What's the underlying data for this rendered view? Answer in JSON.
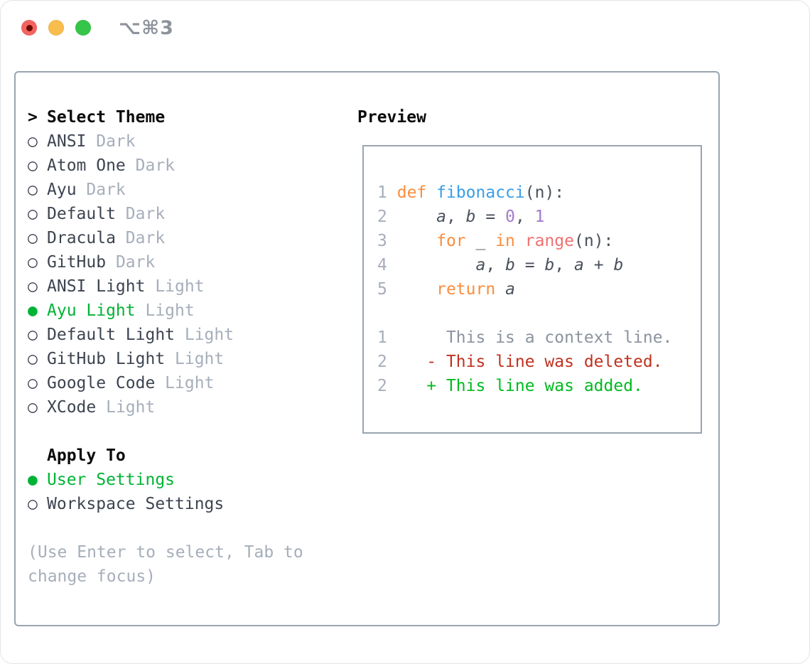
{
  "window": {
    "shortcut_label": "⌥⌘3",
    "traffic_lights": [
      {
        "name": "close",
        "has_unsaved_dot": true
      },
      {
        "name": "minimize",
        "has_unsaved_dot": false
      },
      {
        "name": "zoom",
        "has_unsaved_dot": false
      }
    ]
  },
  "colors": {
    "accent-green": "#00b335",
    "added-green": "#00bb1f",
    "deleted-red": "#c0321f",
    "keyword-orange": "#fa8d3e",
    "function-blue": "#399ee6",
    "constant-purple": "#a37acc",
    "builtin-coral": "#f07171",
    "text-primary": "#3d4450",
    "text-muted": "#a6aeba",
    "code-plain": "#4a515c",
    "context-gray": "#8c939e",
    "panel-border": "#9aa4b0"
  },
  "theme_panel": {
    "header": {
      "prompt": ">",
      "label": "Select Theme"
    },
    "radio_glyph_unselected": "○",
    "radio_glyph_selected": "●",
    "items": [
      {
        "name": "ANSI",
        "variant": "Dark",
        "selected": false
      },
      {
        "name": "Atom One",
        "variant": "Dark",
        "selected": false
      },
      {
        "name": "Ayu",
        "variant": "Dark",
        "selected": false
      },
      {
        "name": "Default",
        "variant": "Dark",
        "selected": false
      },
      {
        "name": "Dracula",
        "variant": "Dark",
        "selected": false
      },
      {
        "name": "GitHub",
        "variant": "Dark",
        "selected": false
      },
      {
        "name": "ANSI Light",
        "variant": "Light",
        "selected": false
      },
      {
        "name": "Ayu Light",
        "variant": "Light",
        "selected": true
      },
      {
        "name": "Default Light",
        "variant": "Light",
        "selected": false
      },
      {
        "name": "GitHub Light",
        "variant": "Light",
        "selected": false
      },
      {
        "name": "Google Code",
        "variant": "Light",
        "selected": false
      },
      {
        "name": "XCode",
        "variant": "Light",
        "selected": false
      }
    ],
    "apply_to": {
      "label": "Apply To",
      "options": [
        {
          "label": "User Settings",
          "selected": true
        },
        {
          "label": "Workspace Settings",
          "selected": false
        }
      ]
    },
    "help_text": "(Use Enter to select, Tab to change focus)"
  },
  "preview": {
    "label": "Preview",
    "lines": [
      {
        "num": "1",
        "tokens": [
          [
            "def",
            "kw"
          ],
          [
            " ",
            "pl"
          ],
          [
            "fibonacci",
            "fn"
          ],
          [
            "(n):",
            "pl"
          ]
        ]
      },
      {
        "num": "2",
        "tokens": [
          [
            "    ",
            "pl"
          ],
          [
            "a",
            "var"
          ],
          [
            ", ",
            "pl"
          ],
          [
            "b",
            "var"
          ],
          [
            " = ",
            "pl"
          ],
          [
            "0",
            "num"
          ],
          [
            ", ",
            "pl"
          ],
          [
            "1",
            "num"
          ]
        ]
      },
      {
        "num": "3",
        "tokens": [
          [
            "    ",
            "pl"
          ],
          [
            "for",
            "kw"
          ],
          [
            " _ ",
            "pl"
          ],
          [
            "in",
            "kw"
          ],
          [
            " ",
            "pl"
          ],
          [
            "range",
            "bi"
          ],
          [
            "(n):",
            "pl"
          ]
        ]
      },
      {
        "num": "4",
        "tokens": [
          [
            "        ",
            "pl"
          ],
          [
            "a",
            "var"
          ],
          [
            ", ",
            "pl"
          ],
          [
            "b",
            "var"
          ],
          [
            " = ",
            "pl"
          ],
          [
            "b",
            "var"
          ],
          [
            ", ",
            "pl"
          ],
          [
            "a",
            "var"
          ],
          [
            " + ",
            "pl"
          ],
          [
            "b",
            "var"
          ]
        ]
      },
      {
        "num": "5",
        "tokens": [
          [
            "    ",
            "pl"
          ],
          [
            "return",
            "kw"
          ],
          [
            " ",
            "pl"
          ],
          [
            "a",
            "var"
          ]
        ]
      },
      {
        "num": "",
        "tokens": []
      },
      {
        "num": "1",
        "tokens": [
          [
            "     This is a context line.",
            "ctx"
          ]
        ]
      },
      {
        "num": "2",
        "tokens": [
          [
            "   - This line was deleted.",
            "del"
          ]
        ]
      },
      {
        "num": "2",
        "tokens": [
          [
            "   + This line was added.",
            "add"
          ]
        ]
      }
    ]
  }
}
